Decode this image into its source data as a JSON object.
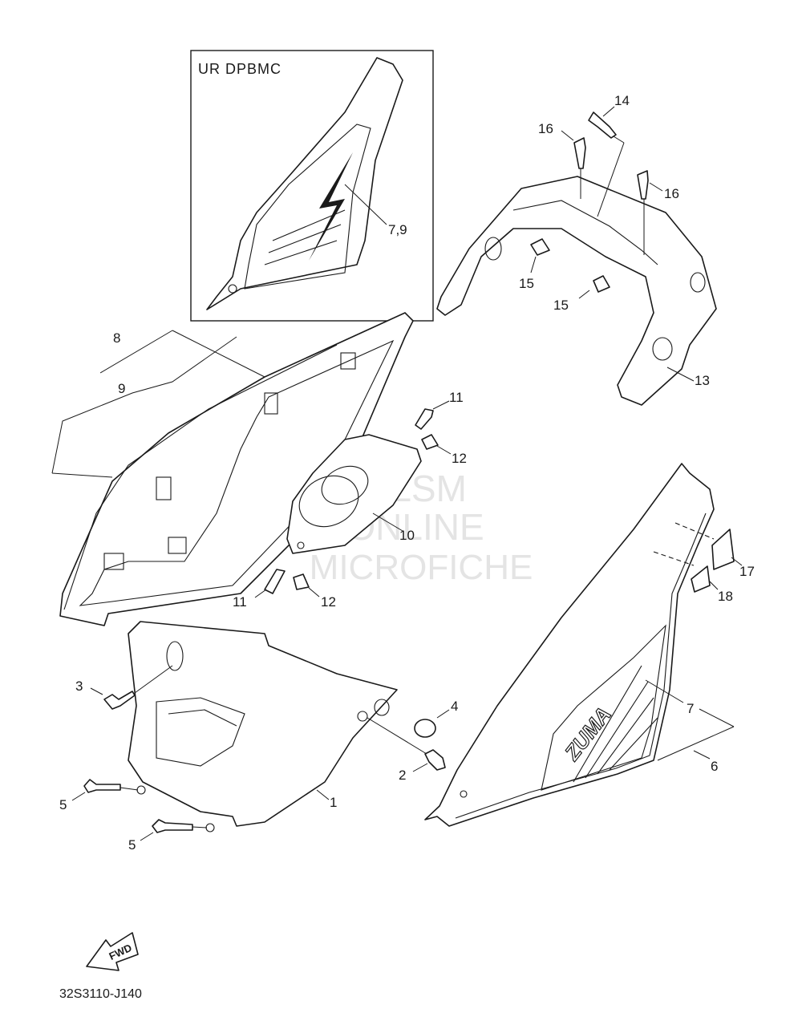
{
  "inset": {
    "title": "UR DPBMC"
  },
  "callouts": {
    "c1": "1",
    "c2": "2",
    "c3": "3",
    "c4": "4",
    "c5a": "5",
    "c5b": "5",
    "c6": "6",
    "c7": "7",
    "c79": "7,9",
    "c8": "8",
    "c9": "9",
    "c10": "10",
    "c11a": "11",
    "c11b": "11",
    "c12a": "12",
    "c12b": "12",
    "c13": "13",
    "c14": "14",
    "c15a": "15",
    "c15b": "15",
    "c16a": "16",
    "c16b": "16",
    "c17": "17",
    "c18": "18"
  },
  "decal_text": "ZUMA",
  "fwd_arrow": "FWD",
  "diagram_code": "32S3110-J140",
  "watermark": {
    "line1": "HLSM",
    "line2": "ONLINE",
    "line3": "MICROFICHE"
  },
  "colors": {
    "ink": "#1a1a1a",
    "watermark": "#b8b8b8",
    "background": "#ffffff"
  }
}
